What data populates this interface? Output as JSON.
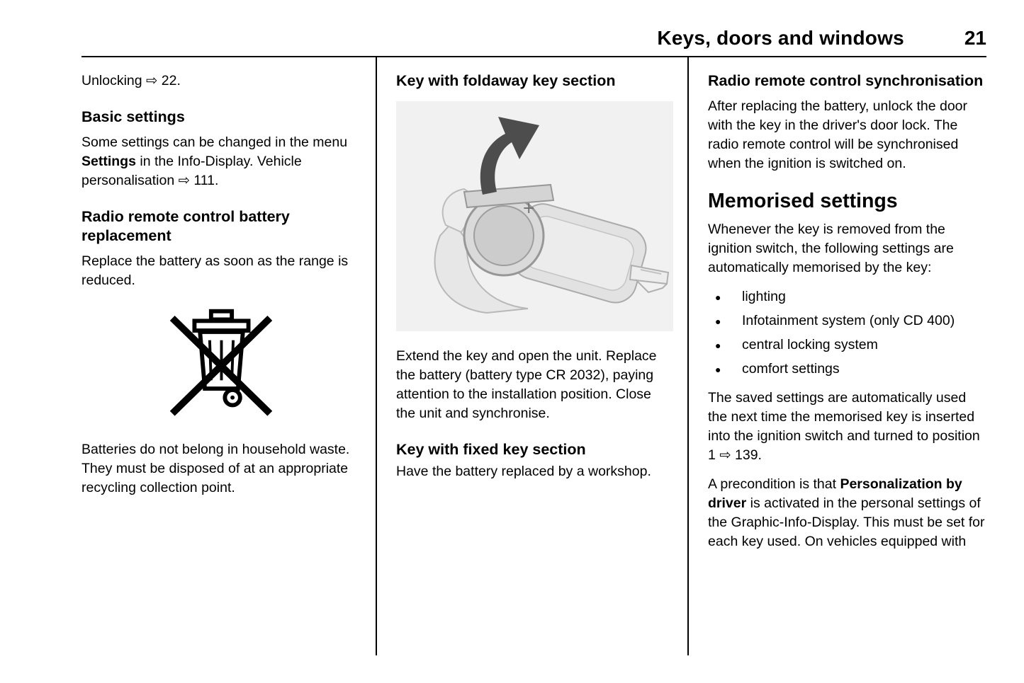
{
  "header": {
    "title": "Keys, doors and windows",
    "page": "21"
  },
  "left": {
    "unlocking": "Unlocking ⇨ 22.",
    "basic_heading": "Basic settings",
    "basic_p1_a": "Some settings can be changed in the menu ",
    "basic_p1_bold": "Settings",
    "basic_p1_b": " in the Info-Display. Vehicle personalisation ⇨ 111.",
    "battery_heading": "Radio remote control battery replacement",
    "battery_p1": "Replace the battery as soon as the range is reduced.",
    "battery_p2": "Batteries do not belong in household waste. They must be disposed of at an appropriate recycling collection point."
  },
  "middle": {
    "foldaway_heading": "Key with foldaway key section",
    "foldaway_p1": "Extend the key and open the unit. Replace the battery (battery type CR 2032), paying attention to the installation position. Close the unit and synchronise.",
    "fixed_heading": "Key with fixed key section",
    "fixed_p1": "Have the battery replaced by a workshop."
  },
  "right": {
    "sync_heading": "Radio remote control synchronisation",
    "sync_p1": "After replacing the battery, unlock the door with the key in the driver's door lock. The radio remote control will be synchronised when the ignition is switched on.",
    "memorised_heading": "Memorised settings",
    "memorised_p1": "Whenever the key is removed from the ignition switch, the following settings are automatically memorised by the key:",
    "bullets": [
      "lighting",
      "Infotainment system (only CD 400)",
      "central locking system",
      "comfort settings"
    ],
    "memorised_p2": "The saved settings are automatically used the next time the memorised key is inserted into the ignition switch and turned to position 1 ⇨ 139.",
    "memorised_p3_a": "A precondition is that ",
    "memorised_p3_bold": "Personalization by driver",
    "memorised_p3_b": " is activated in the personal settings of the Graphic-Info-Display. This must be set for each key used. On vehicles equipped with"
  },
  "figures": {
    "weee_symbol": "crossed-out-wheelie-bin-icon",
    "key_illustration": "foldaway-key-battery-replacement-illustration"
  }
}
